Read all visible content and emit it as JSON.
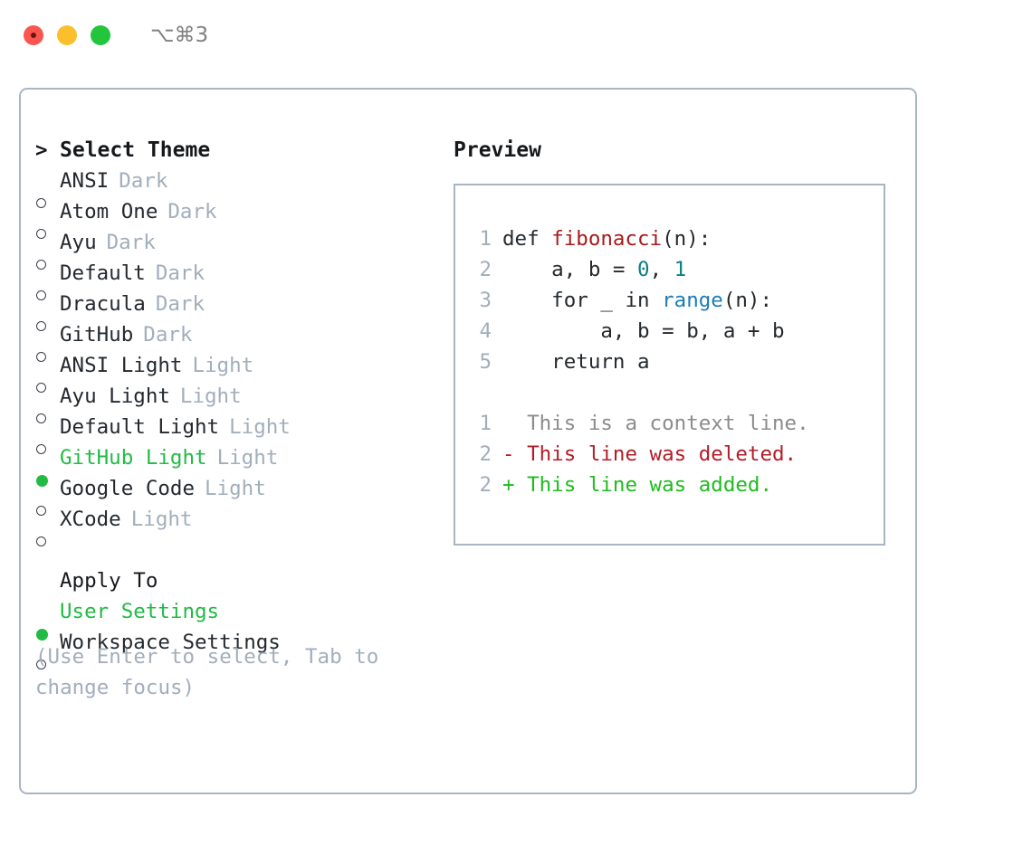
{
  "titlebar": {
    "shortcut": "⌥⌘3",
    "buttons": [
      "close",
      "minimize",
      "zoom"
    ]
  },
  "theme_panel": {
    "heading": {
      "caret": ">",
      "label": "Select Theme"
    },
    "items": [
      {
        "marker": "○",
        "name": "ANSI",
        "kind": "Dark",
        "selected": false
      },
      {
        "marker": "○",
        "name": "Atom One",
        "kind": "Dark",
        "selected": false
      },
      {
        "marker": "○",
        "name": "Ayu",
        "kind": "Dark",
        "selected": false
      },
      {
        "marker": "○",
        "name": "Default",
        "kind": "Dark",
        "selected": false
      },
      {
        "marker": "○",
        "name": "Dracula",
        "kind": "Dark",
        "selected": false
      },
      {
        "marker": "○",
        "name": "GitHub",
        "kind": "Dark",
        "selected": false
      },
      {
        "marker": "○",
        "name": "ANSI Light",
        "kind": "Light",
        "selected": false
      },
      {
        "marker": "○",
        "name": "Ayu Light",
        "kind": "Light",
        "selected": false
      },
      {
        "marker": "○",
        "name": "Default Light",
        "kind": "Light",
        "selected": false
      },
      {
        "marker": "●",
        "name": "GitHub Light",
        "kind": "Light",
        "selected": true
      },
      {
        "marker": "○",
        "name": "Google Code",
        "kind": "Light",
        "selected": false
      },
      {
        "marker": "○",
        "name": "XCode",
        "kind": "Light",
        "selected": false
      }
    ],
    "apply_to": {
      "heading": "Apply To",
      "options": [
        {
          "marker": "●",
          "label": "User Settings",
          "selected": true
        },
        {
          "marker": "○",
          "label": "Workspace Settings",
          "selected": false
        }
      ]
    },
    "help_text": "(Use Enter to select, Tab to change focus)"
  },
  "preview": {
    "title": "Preview",
    "code_lines": [
      {
        "no": "1",
        "tokens": [
          {
            "t": "def ",
            "c": "tok-def"
          },
          {
            "t": "fibonacci",
            "c": "tok-fn"
          },
          {
            "t": "(n):",
            "c": "tok-plain"
          }
        ]
      },
      {
        "no": "2",
        "tokens": [
          {
            "t": "    a, b = ",
            "c": "tok-plain"
          },
          {
            "t": "0",
            "c": "tok-num"
          },
          {
            "t": ", ",
            "c": "tok-plain"
          },
          {
            "t": "1",
            "c": "tok-num"
          }
        ]
      },
      {
        "no": "3",
        "tokens": [
          {
            "t": "    for _ in ",
            "c": "tok-plain"
          },
          {
            "t": "range",
            "c": "tok-builtin"
          },
          {
            "t": "(n):",
            "c": "tok-plain"
          }
        ]
      },
      {
        "no": "4",
        "tokens": [
          {
            "t": "        a, b = b, a + b",
            "c": "tok-plain"
          }
        ]
      },
      {
        "no": "5",
        "tokens": [
          {
            "t": "    return a",
            "c": "tok-plain"
          }
        ]
      }
    ],
    "diff_lines": [
      {
        "no": "1",
        "sign": "  ",
        "text": "This is a context line.",
        "cls": "diff-context"
      },
      {
        "no": "2",
        "sign": "- ",
        "text": "This line was deleted.",
        "cls": "diff-del"
      },
      {
        "no": "2",
        "sign": "+ ",
        "text": "This line was added.",
        "cls": "diff-add"
      }
    ]
  },
  "colors": {
    "accent_green": "#21bb44",
    "muted": "#a2aebc",
    "border": "#a9b4c4",
    "fn_red": "#a81a1a",
    "builtin_blue": "#1c7cb8",
    "number_teal": "#0d7f86",
    "diff_delete": "#b31d28",
    "diff_add": "#1fbb1f",
    "text": "#24292e"
  }
}
